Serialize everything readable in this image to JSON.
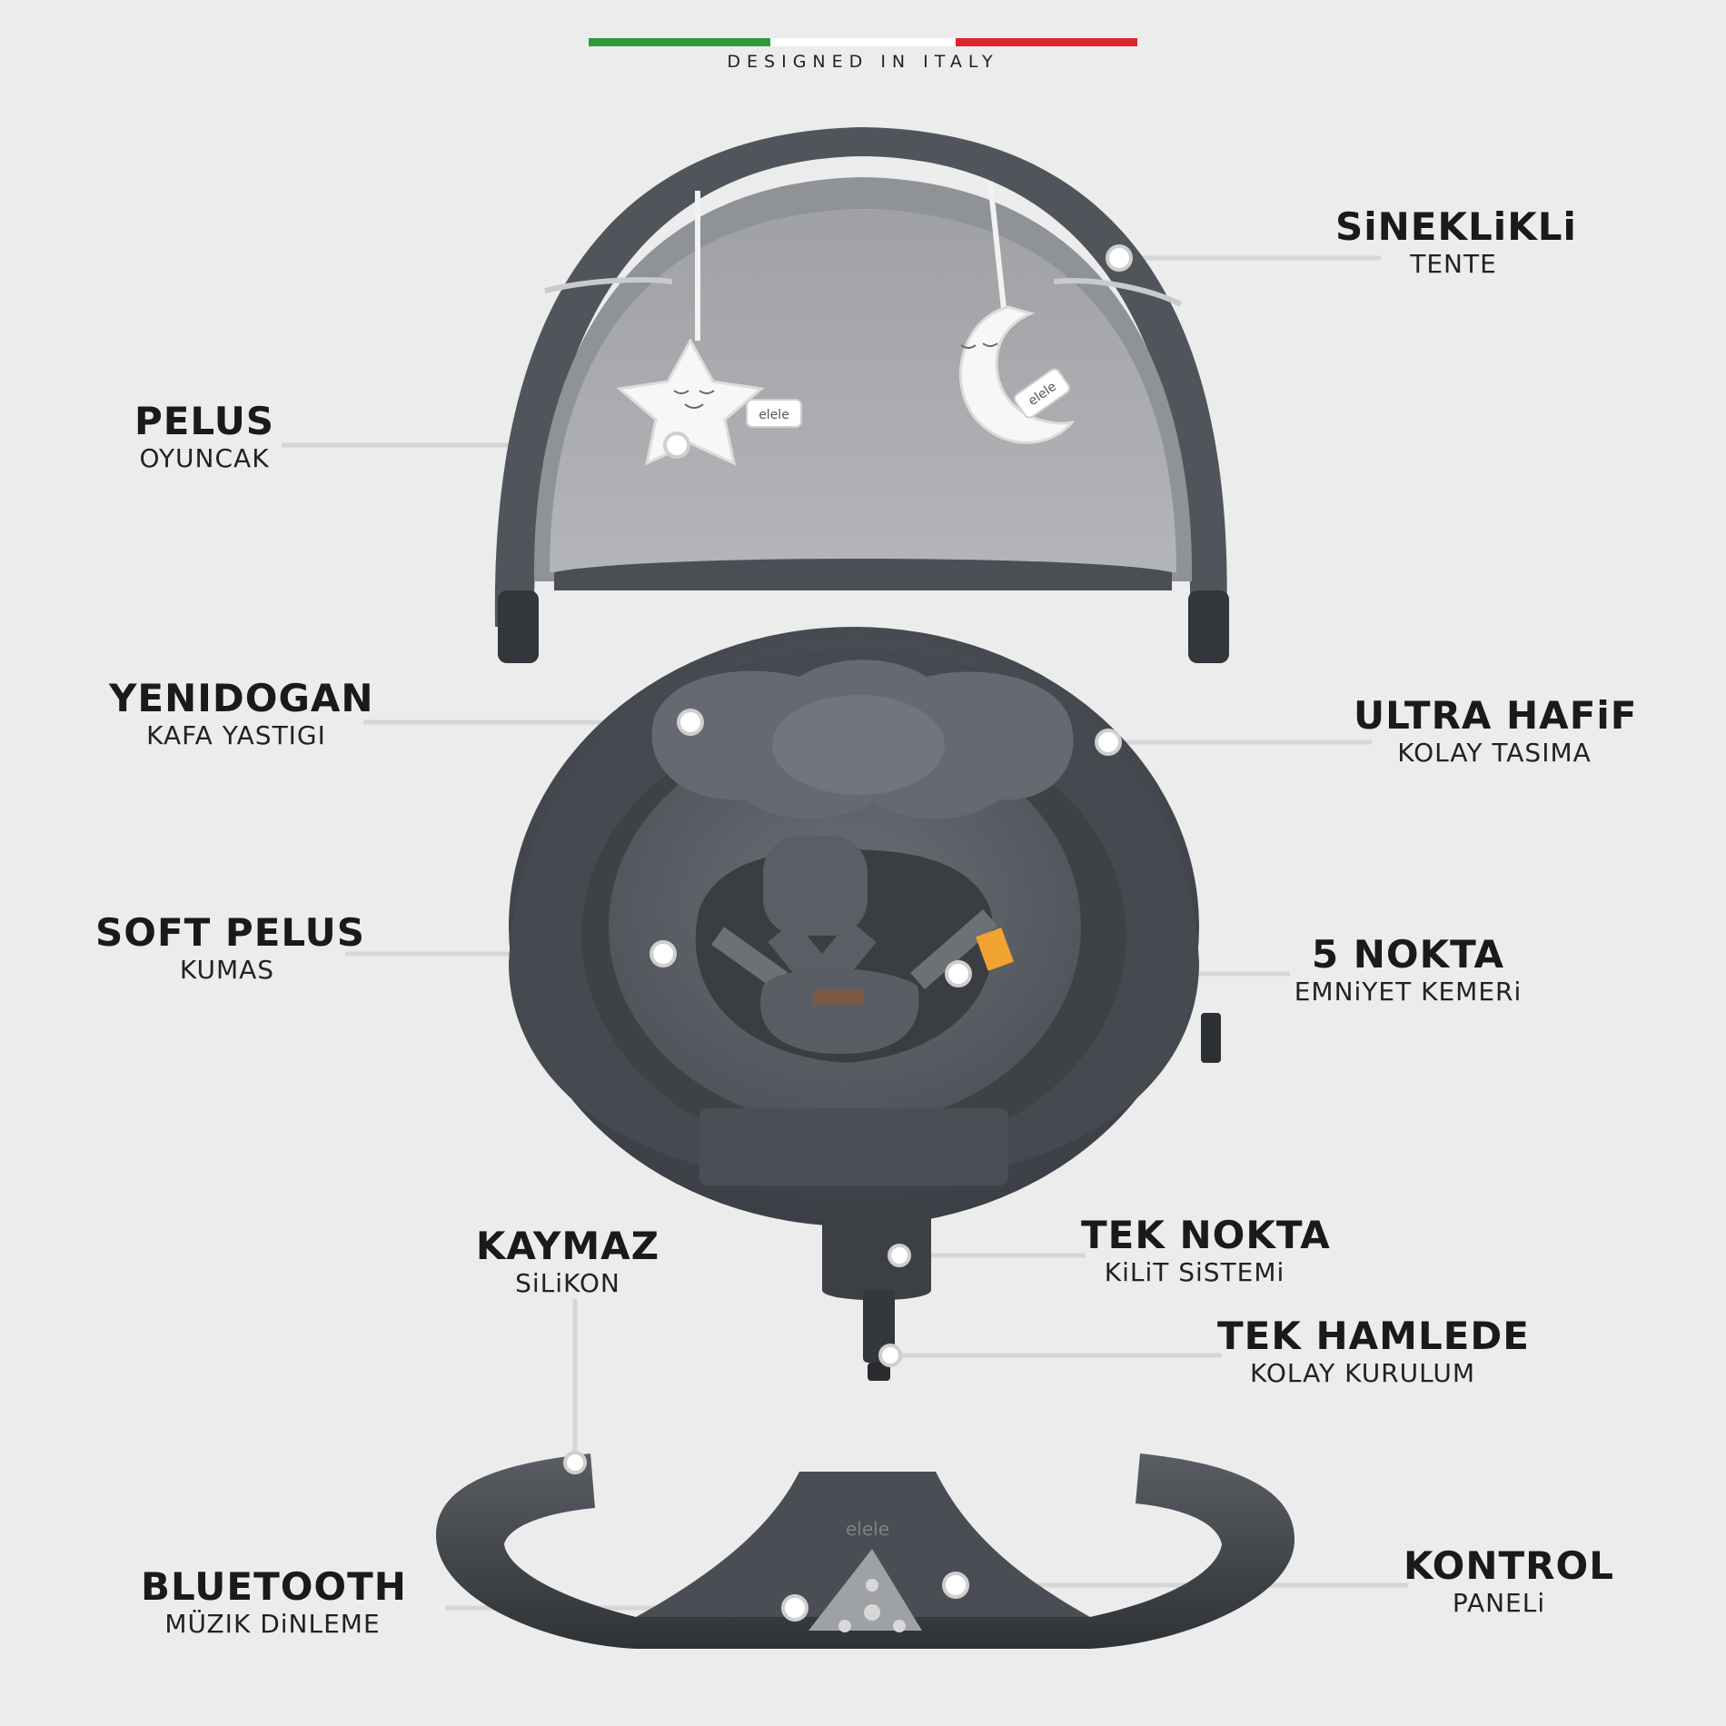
{
  "banner": {
    "tagline": "DESIGNED IN ITALY",
    "flag_colors": [
      "#2c9a3a",
      "#ffffff",
      "#d8262d"
    ]
  },
  "features": {
    "canopy": {
      "title": "SiNEKLiKLi",
      "subtitle": "TENTE"
    },
    "plush_toy": {
      "title": "PELUS",
      "subtitle": "OYUNCAK"
    },
    "head_pillow": {
      "title": "YENIDOGAN",
      "subtitle": "KAFA YASTIGI"
    },
    "lightweight": {
      "title": "ULTRA HAFiF",
      "subtitle": "KOLAY TASIMA"
    },
    "fabric": {
      "title": "SOFT PELUS",
      "subtitle": "KUMAS"
    },
    "harness": {
      "title": "5 NOKTA",
      "subtitle": "EMNiYET KEMERi"
    },
    "silicone": {
      "title": "KAYMAZ",
      "subtitle": "SiLiKON"
    },
    "lock": {
      "title": "TEK NOKTA",
      "subtitle": "KiLiT SiSTEMi"
    },
    "setup": {
      "title": "TEK HAMLEDE",
      "subtitle": "KOLAY KURULUM"
    },
    "bluetooth": {
      "title": "BLUETOOTH",
      "subtitle": "MÜZIK DiNLEME"
    },
    "control": {
      "title": "KONTROL",
      "subtitle": "PANELi"
    }
  },
  "brand": {
    "toy_tag": "elele",
    "base_logo": "elele"
  },
  "colors": {
    "background": "#ececec",
    "fabric_dark": "#4a4f57",
    "fabric_plush": "#5d6167",
    "mesh": "#a6a8ab",
    "base": "#3f4247",
    "leader": "#d6d6d6"
  }
}
